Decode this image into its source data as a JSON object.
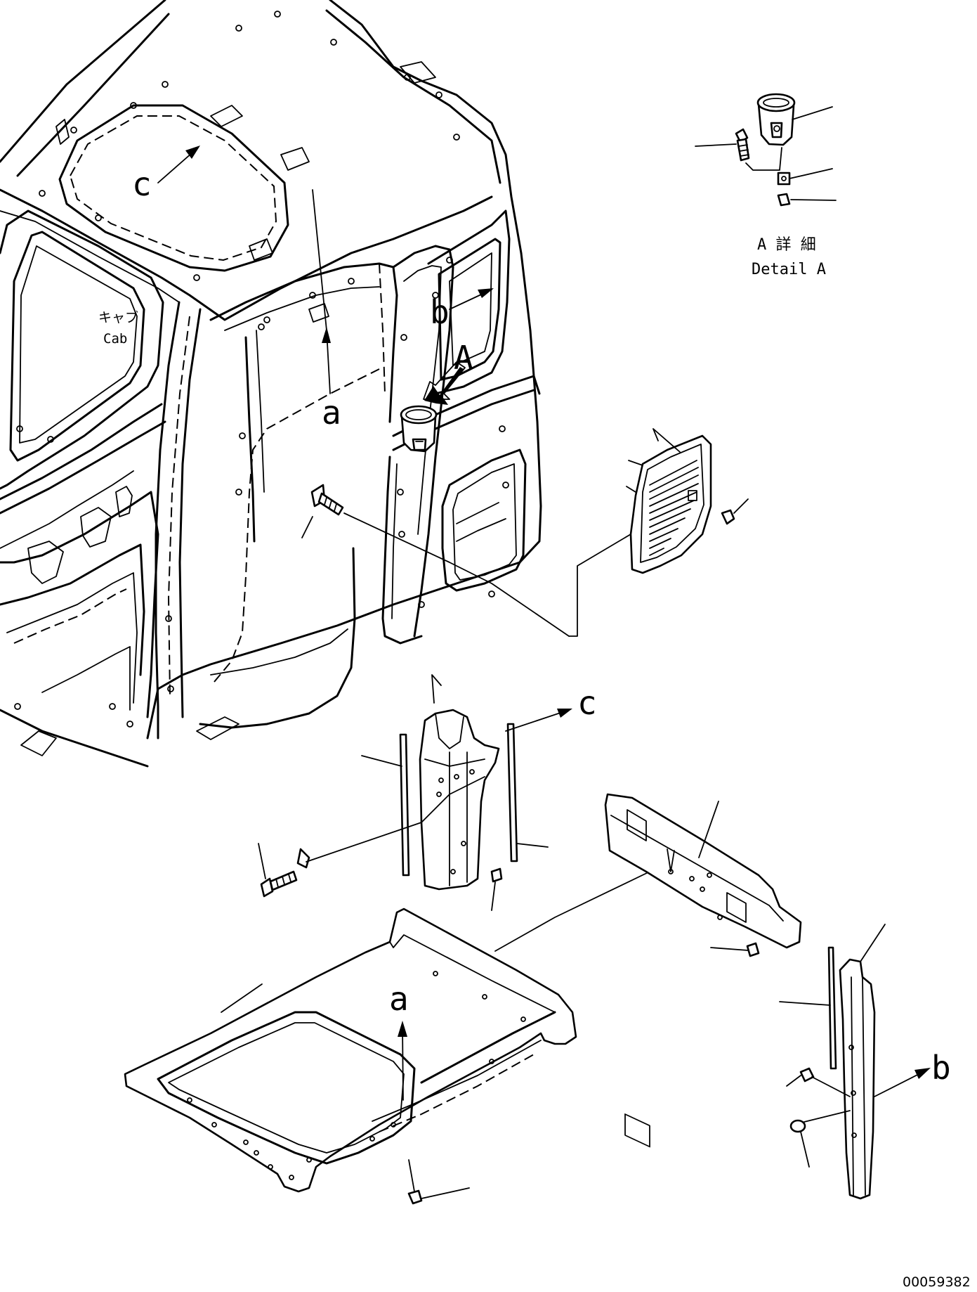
{
  "labels": {
    "cab_jp": "キャブ",
    "cab_en": "Cab",
    "detail_jp": "A 詳 細",
    "detail_en": "Detail A",
    "ref_A": "A",
    "ref_a_top": "a",
    "ref_a_bottom": "a",
    "ref_b_top": "b",
    "ref_b_bottom": "b",
    "ref_c_top": "c",
    "ref_c_bottom": "c"
  },
  "document_number": "00059382"
}
